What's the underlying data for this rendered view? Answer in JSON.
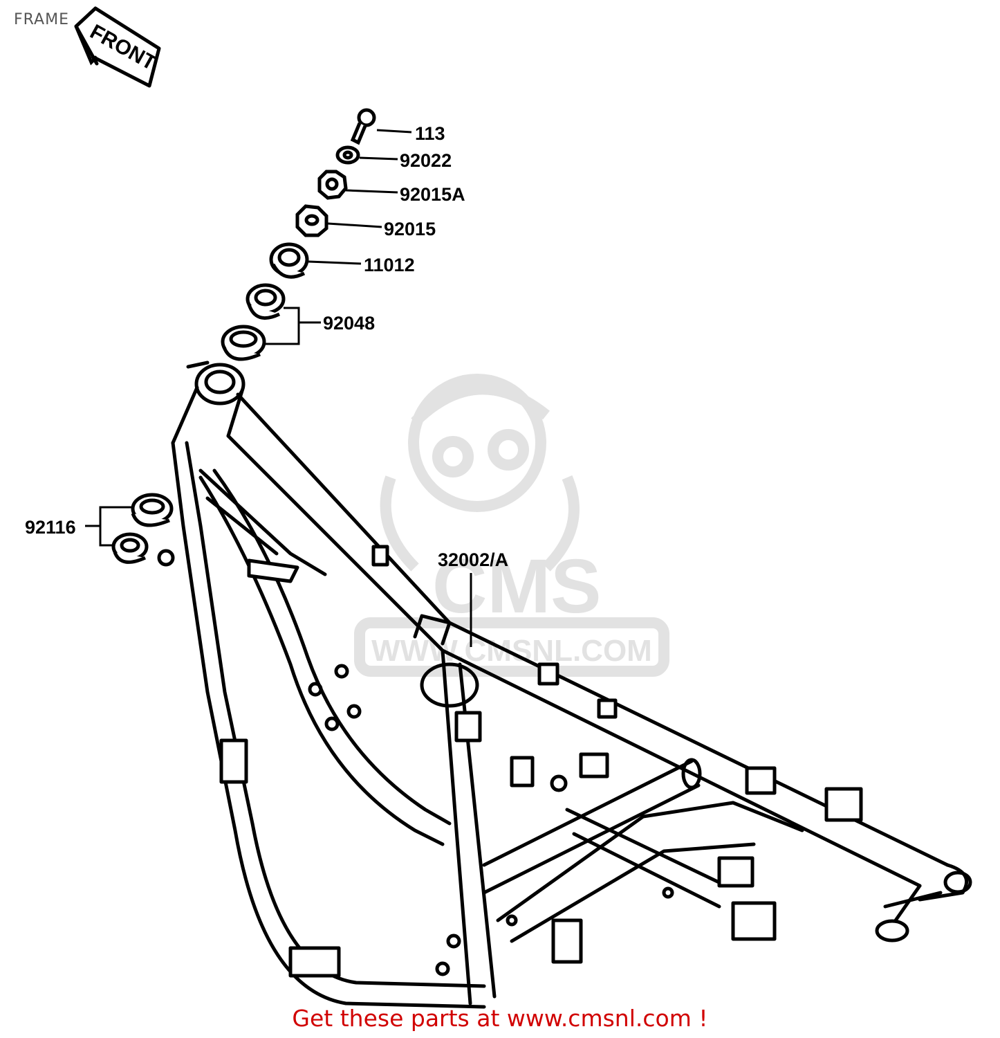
{
  "title": "FRAME",
  "front_arrow": {
    "label": "FRONT"
  },
  "watermark": {
    "brand": "CMS",
    "url": "WWW.CMSNL.COM"
  },
  "parts": [
    {
      "number": "113",
      "name": "bolt"
    },
    {
      "number": "92022",
      "name": "washer"
    },
    {
      "number": "92015A",
      "name": "lock-nut"
    },
    {
      "number": "92015",
      "name": "steering-stem-nut"
    },
    {
      "number": "11012",
      "name": "cap"
    },
    {
      "number": "92048",
      "name": "upper-bearing-race"
    },
    {
      "number": "92116",
      "name": "lower-bearing-race"
    },
    {
      "number": "32002/A",
      "name": "frame"
    }
  ],
  "footer": {
    "promo": "Get these parts at www.cmsnl.com !"
  },
  "colors": {
    "line": "#000000",
    "watermark": "#e2e2e2",
    "promo": "#d10000",
    "title": "#555555"
  }
}
